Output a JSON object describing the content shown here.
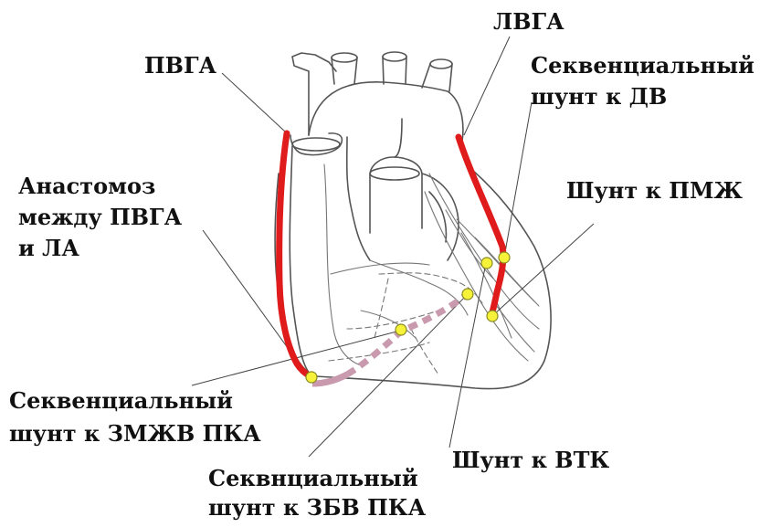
{
  "labels": {
    "lvga": "ЛВГА",
    "pvga": "ПВГА",
    "seq_dv": [
      "Секвенциальный",
      "шунт к ДВ"
    ],
    "anast": [
      "Анастомоз",
      "между ПВГА",
      "и ЛА"
    ],
    "pmzh": "Шунт к ПМЖ",
    "seq_zmzhv": [
      "Секвенциальный",
      "шунт к ЗМЖВ ПКА"
    ],
    "vtk": "Шунт к ВТК",
    "seq_zbv": [
      "Секвнциальный",
      "шунт к ЗБВ ПКА"
    ]
  },
  "colors": {
    "arterial_graft": "#e01b1b",
    "venous_graft": "#c99aae",
    "anastomosis": "#f6f23a"
  }
}
